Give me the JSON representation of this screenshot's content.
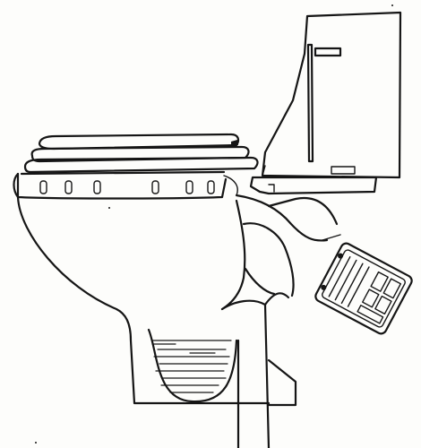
{
  "figure": {
    "colors": {
      "ink": "#151515",
      "paper": "#fdfdfb"
    },
    "parts": [
      "toilet-seat-lid",
      "toilet-bowl-rim",
      "toilet-bowl",
      "water-tank",
      "tank-fill-valve",
      "flush-passage",
      "trap-drain-pipe",
      "standing-water",
      "exhaust-fan-unit"
    ]
  }
}
